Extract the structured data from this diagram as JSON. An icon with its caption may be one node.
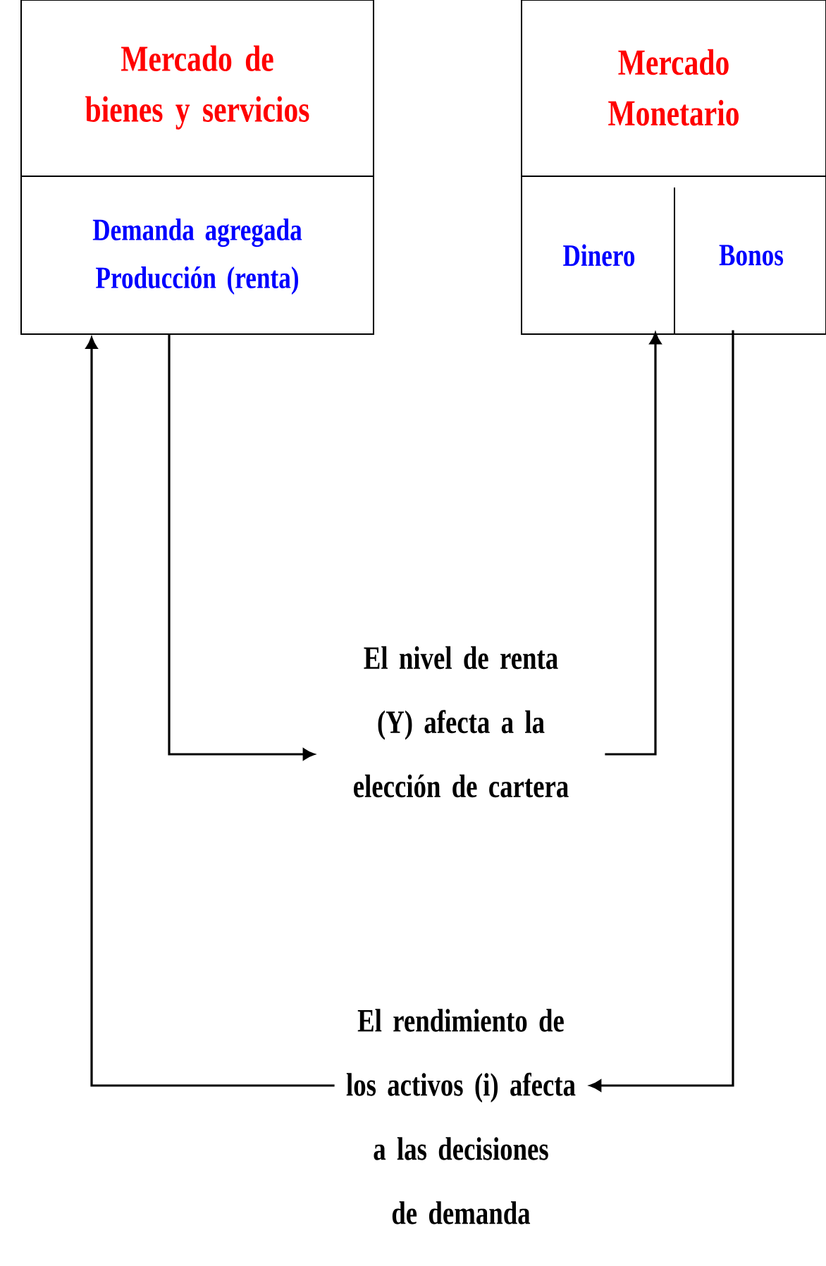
{
  "diagram": {
    "nodes": [
      {
        "text": [
          "Mercado de bienes y servicios",
          "Demanda agregada Producción (renta)"
        ]
      },
      {
        "text": [
          "Mercado Monetario"
        ]
      },
      {
        "text": [
          "Dinero"
        ],
        "in": 1
      },
      {
        "text": [
          "Bonos"
        ],
        "in": 1
      },
      {
        "text": [
          "El nivel de renta (Y) afecta a la elección de cartera"
        ]
      },
      {
        "text": [
          "El rendimiento de los activos (i) afecta a las decisiones de demanda"
        ]
      }
    ],
    "edges": [
      {
        "from": 0,
        "to": 4,
        "arrow": "to"
      },
      {
        "from": 4,
        "to": 2,
        "arrow": "to"
      },
      {
        "from": 3,
        "to": 5,
        "arrow": "to"
      },
      {
        "from": 5,
        "to": 0,
        "arrow": "to"
      }
    ]
  }
}
